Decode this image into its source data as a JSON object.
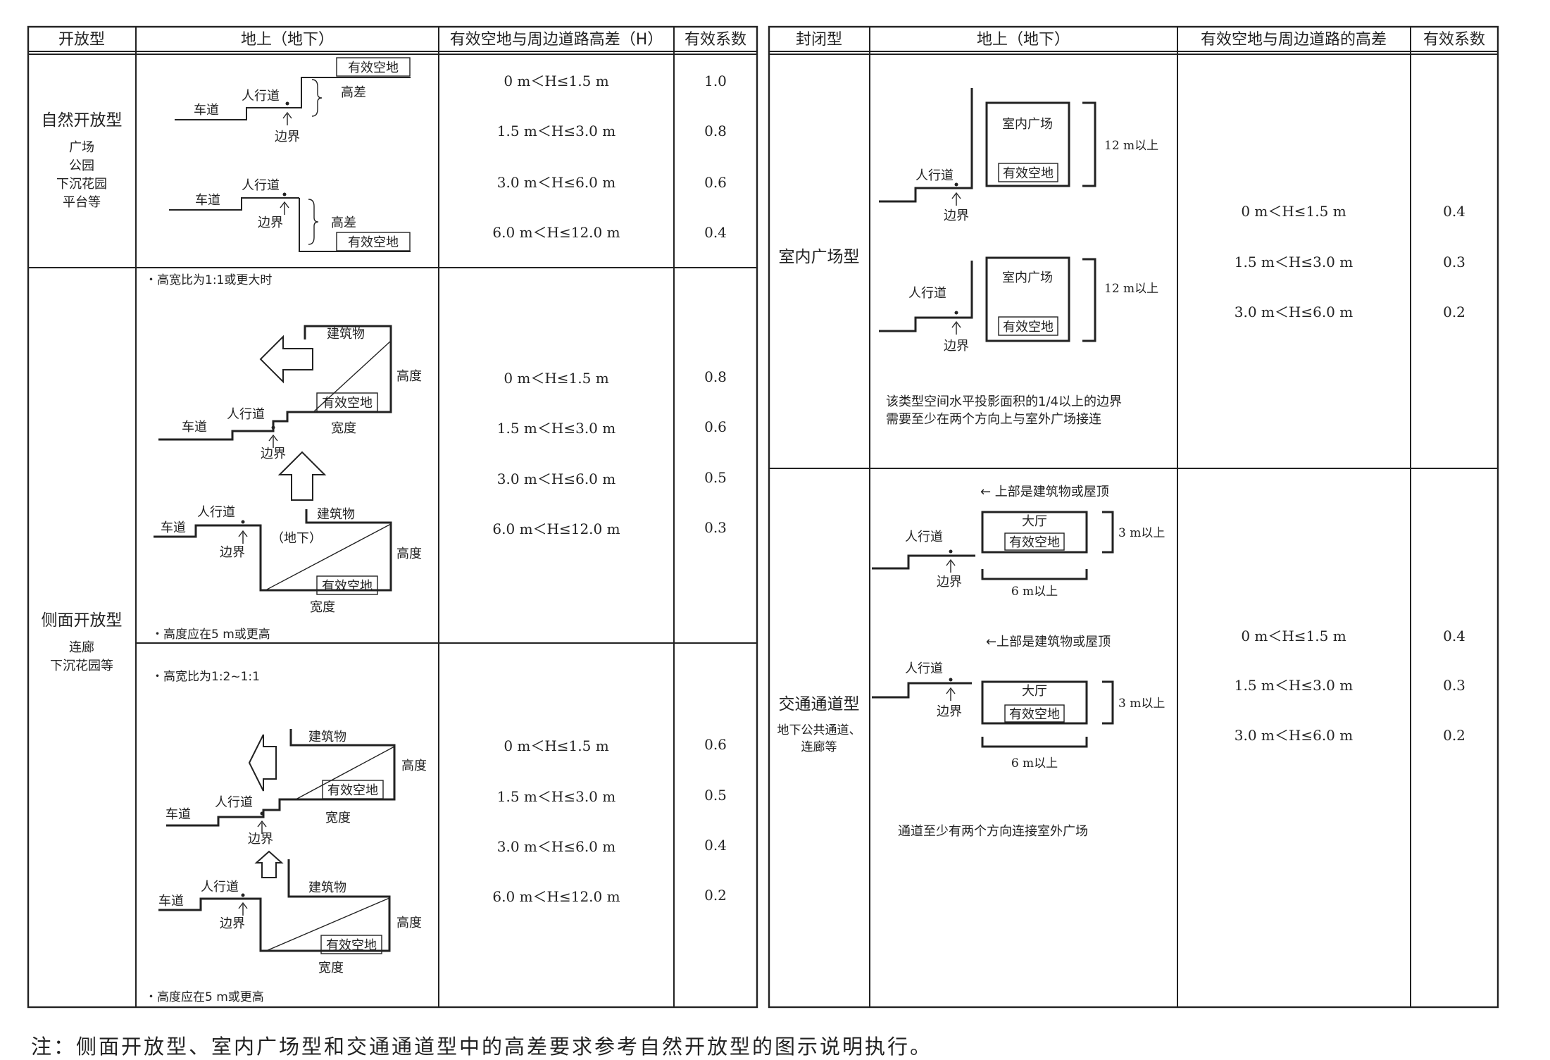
{
  "left_table": {
    "headers": [
      "开放型",
      "地上（地下）",
      "有效空地与周边道路高差（H）",
      "有效系数"
    ],
    "natural": {
      "title": "自然开放型",
      "subtitle": [
        "广场",
        "公园",
        "下沉花园",
        "平台等"
      ],
      "ranges": [
        "0 m＜H≤1.5 m",
        "1.5 m＜H≤3.0 m",
        "3.0 m＜H≤6.0 m",
        "6.0 m＜H≤12.0 m"
      ],
      "coefs": [
        "1.0",
        "0.8",
        "0.6",
        "0.4"
      ]
    },
    "side": {
      "title": "侧面开放型",
      "subtitle": [
        "连廊",
        "下沉花园等"
      ],
      "group1": {
        "note_top": "・高宽比为1:1或更大时",
        "note_bottom": "・高度应在5 m或更高",
        "ranges": [
          "0 m＜H≤1.5 m",
          "1.5 m＜H≤3.0 m",
          "3.0 m＜H≤6.0 m",
          "6.0 m＜H≤12.0 m"
        ],
        "coefs": [
          "0.8",
          "0.6",
          "0.5",
          "0.3"
        ]
      },
      "group2": {
        "note_top": "・高宽比为1:2~1:1",
        "note_bottom": "・高度应在5 m或更高",
        "ranges": [
          "0 m＜H≤1.5 m",
          "1.5 m＜H≤3.0 m",
          "3.0 m＜H≤6.0 m",
          "6.0 m＜H≤12.0 m"
        ],
        "coefs": [
          "0.6",
          "0.5",
          "0.4",
          "0.2"
        ]
      }
    }
  },
  "right_table": {
    "headers": [
      "封闭型",
      "地上（地下）",
      "有效空地与周边道路的高差",
      "有效系数"
    ],
    "indoor": {
      "title": "室内广场型",
      "desc": [
        "该类型空间水平投影面积的1/4以上的边界",
        "需要至少在两个方向上与室外广场接连"
      ],
      "ranges": [
        "0 m＜H≤1.5 m",
        "1.5 m＜H≤3.0 m",
        "3.0 m＜H≤6.0 m"
      ],
      "coefs": [
        "0.4",
        "0.3",
        "0.2"
      ]
    },
    "passage": {
      "title": "交通通道型",
      "subtitle": [
        "地下公共通道、",
        "连廊等"
      ],
      "desc": "通道至少有两个方向连接室外广场",
      "ranges": [
        "0 m＜H≤1.5 m",
        "1.5 m＜H≤3.0 m",
        "3.0 m＜H≤6.0 m"
      ],
      "coefs": [
        "0.4",
        "0.3",
        "0.2"
      ]
    }
  },
  "labels": {
    "road": "车道",
    "sidewalk": "人行道",
    "boundary": "边界",
    "height_diff": "高差",
    "effective_space": "有效空地",
    "building": "建筑物",
    "height": "高度",
    "width": "宽度",
    "underground": "（地下）",
    "indoor_plaza": "室内广场",
    "over_12m": "12 m以上",
    "hall": "大厅",
    "roof_note": "← 上部是建筑物或屋顶",
    "roof_note2": "←上部是建筑物或屋顶",
    "over_3m": "3 m以上",
    "over_6m": "6 m以上"
  },
  "footnote": "注：侧面开放型、室内广场型和交通通道型中的高差要求参考自然开放型的图示说明执行。"
}
